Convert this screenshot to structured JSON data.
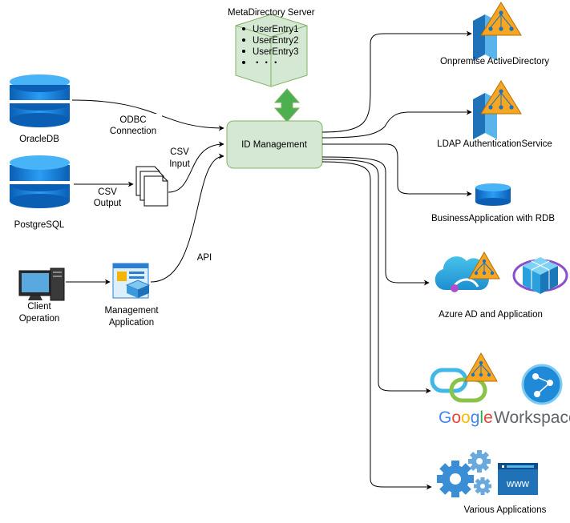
{
  "metadirectory": {
    "title": "MetaDirectory Server",
    "entries": [
      "UserEntry1",
      "UserEntry2",
      "UserEntry3",
      "・・・"
    ]
  },
  "id_management": {
    "label": "ID Management"
  },
  "sources": {
    "oracle": "OracleDB",
    "postgres": "PostgreSQL",
    "client": [
      "Client",
      "Operation"
    ],
    "mgmt_app": [
      "Management",
      "Application"
    ]
  },
  "edge_labels": {
    "odbc": [
      "ODBC",
      "Connection"
    ],
    "csv_input": [
      "CSV",
      "Input"
    ],
    "csv_output": [
      "CSV",
      "Output"
    ],
    "api": "API"
  },
  "targets": {
    "onpremise_ad": "Onpremise ActiveDirectory",
    "ldap": "LDAP AuthenticationService",
    "business_app": "BusinessApplication with RDB",
    "azure": "Azure AD and Application",
    "google": {
      "word": "Google",
      "suffix": "Workspace"
    },
    "various": "Various Applications",
    "www": "www"
  },
  "colors": {
    "idm_fill": "#d5e8d4",
    "idm_stroke": "#82b366",
    "arrow_green": "#4caf50",
    "db_blue": "#1f8ef1",
    "ad_orange": "#f5a623"
  }
}
